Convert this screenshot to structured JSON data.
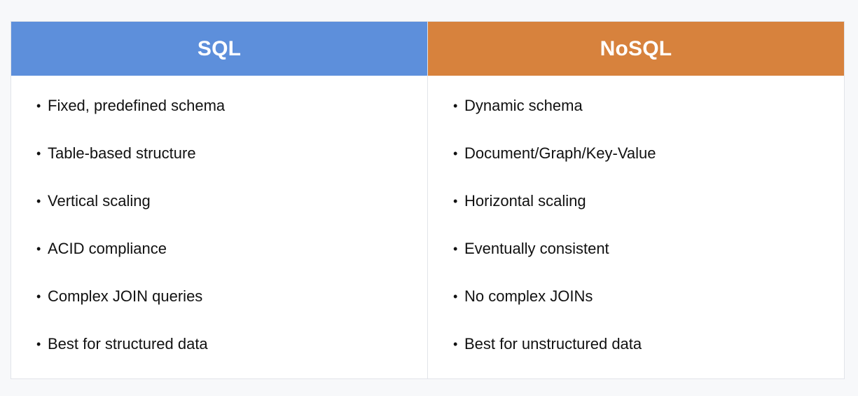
{
  "colors": {
    "sql_header": "#5d8fdb",
    "nosql_header": "#d7823d",
    "background": "#f7f8fa",
    "border": "#e1e4e9"
  },
  "columns": [
    {
      "title": "SQL",
      "items": [
        "Fixed, predefined schema",
        "Table-based structure",
        "Vertical scaling",
        "ACID compliance",
        "Complex JOIN queries",
        "Best for structured data"
      ]
    },
    {
      "title": "NoSQL",
      "items": [
        "Dynamic schema",
        "Document/Graph/Key-Value",
        "Horizontal scaling",
        "Eventually consistent",
        "No complex JOINs",
        "Best for unstructured data"
      ]
    }
  ],
  "bullet": "•"
}
